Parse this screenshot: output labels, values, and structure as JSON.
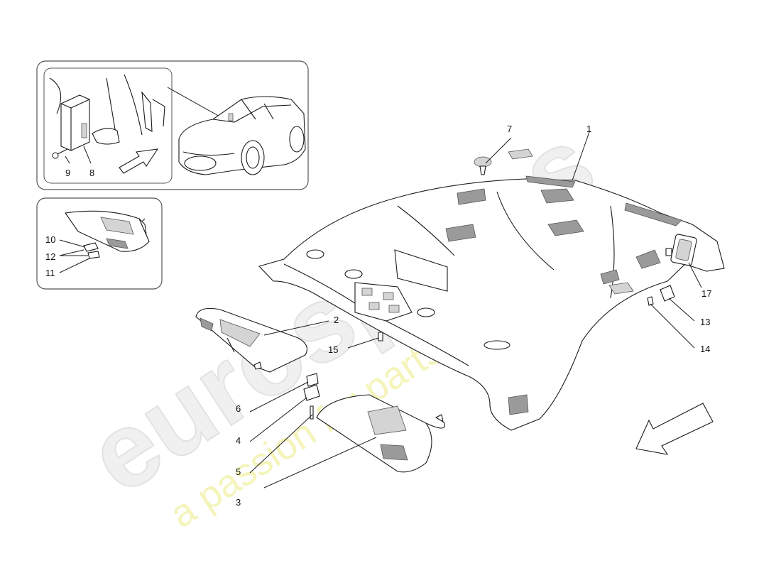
{
  "watermark": {
    "logo_text": "eurospares",
    "tagline": "a passion for parts since 1985"
  },
  "callouts": [
    {
      "id": "1",
      "label": "1"
    },
    {
      "id": "2",
      "label": "2"
    },
    {
      "id": "3",
      "label": "3"
    },
    {
      "id": "4",
      "label": "4"
    },
    {
      "id": "5",
      "label": "5"
    },
    {
      "id": "6",
      "label": "6"
    },
    {
      "id": "7",
      "label": "7"
    },
    {
      "id": "8",
      "label": "8"
    },
    {
      "id": "9",
      "label": "9"
    },
    {
      "id": "10",
      "label": "10"
    },
    {
      "id": "11",
      "label": "11"
    },
    {
      "id": "12",
      "label": "12"
    },
    {
      "id": "13",
      "label": "13"
    },
    {
      "id": "14",
      "label": "14"
    },
    {
      "id": "15",
      "label": "15"
    },
    {
      "id": "17",
      "label": "17"
    }
  ],
  "colors": {
    "line": "#1a1a1a",
    "pad_shade": "#9a9a9a",
    "watermark_logo": "#f0f0f0",
    "watermark_tagline": "#f3f3b0"
  }
}
